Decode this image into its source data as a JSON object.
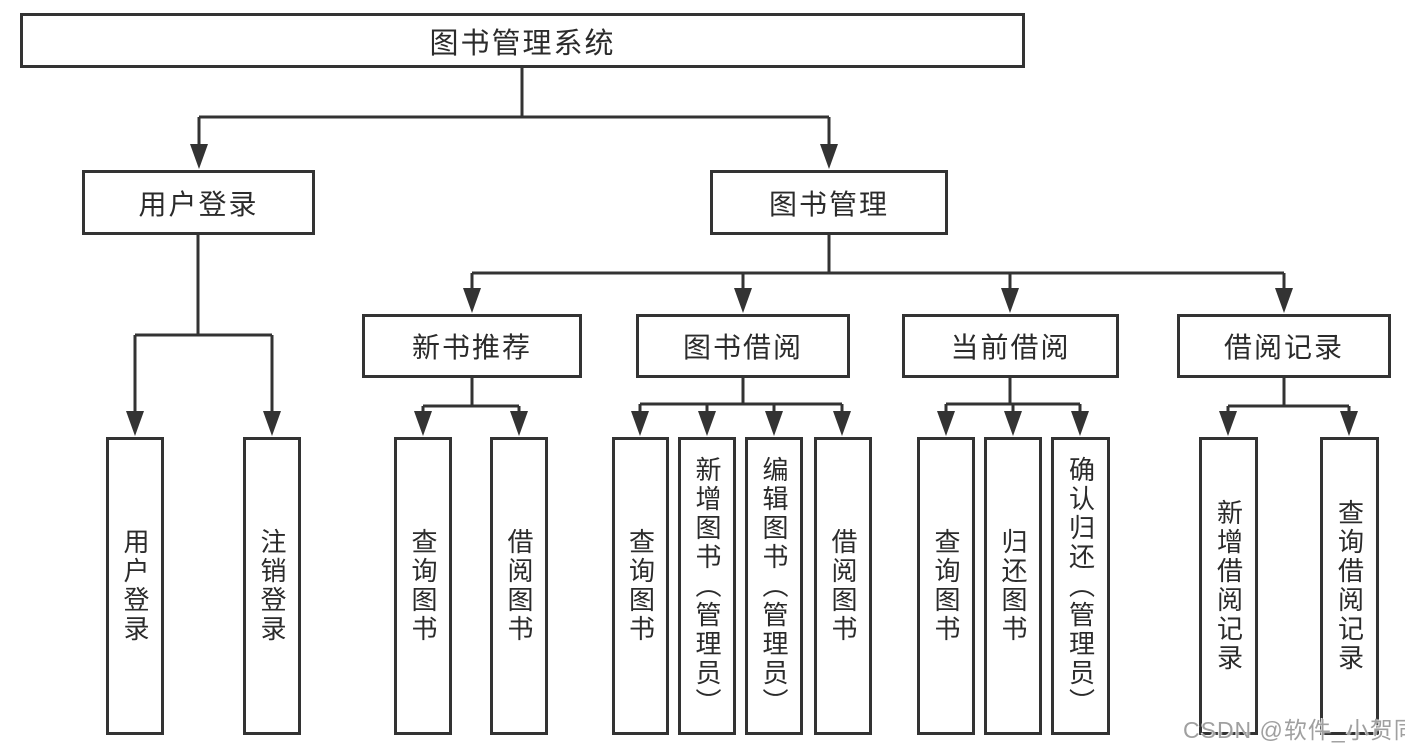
{
  "diagram": {
    "title": "图书管理系统",
    "root": {
      "label": "图书管理系统"
    },
    "level2": [
      {
        "label": "用户登录"
      },
      {
        "label": "图书管理"
      }
    ],
    "level3": [
      {
        "label": "新书推荐",
        "parent": "图书管理"
      },
      {
        "label": "图书借阅",
        "parent": "图书管理"
      },
      {
        "label": "当前借阅",
        "parent": "图书管理"
      },
      {
        "label": "借阅记录",
        "parent": "图书管理"
      }
    ],
    "leaves": [
      {
        "label": "用户登录",
        "parent": "用户登录"
      },
      {
        "label": "注销登录",
        "parent": "用户登录"
      },
      {
        "label": "查询图书",
        "parent": "新书推荐"
      },
      {
        "label": "借阅图书",
        "parent": "新书推荐"
      },
      {
        "label": "查询图书",
        "parent": "图书借阅"
      },
      {
        "label": "新增图书（管理员）",
        "parent": "图书借阅"
      },
      {
        "label": "编辑图书（管理员）",
        "parent": "图书借阅"
      },
      {
        "label": "借阅图书",
        "parent": "图书借阅"
      },
      {
        "label": "查询图书",
        "parent": "当前借阅"
      },
      {
        "label": "归还图书",
        "parent": "当前借阅"
      },
      {
        "label": "确认归还（管理员）",
        "parent": "当前借阅"
      },
      {
        "label": "新增借阅记录",
        "parent": "借阅记录"
      },
      {
        "label": "查询借阅记录",
        "parent": "借阅记录"
      }
    ],
    "watermark": "CSDN @软件_小贺同学",
    "colors": {
      "line": "#333333",
      "text": "#2b2b2b",
      "watermark": "#a0a0a0",
      "background": "#ffffff"
    }
  }
}
